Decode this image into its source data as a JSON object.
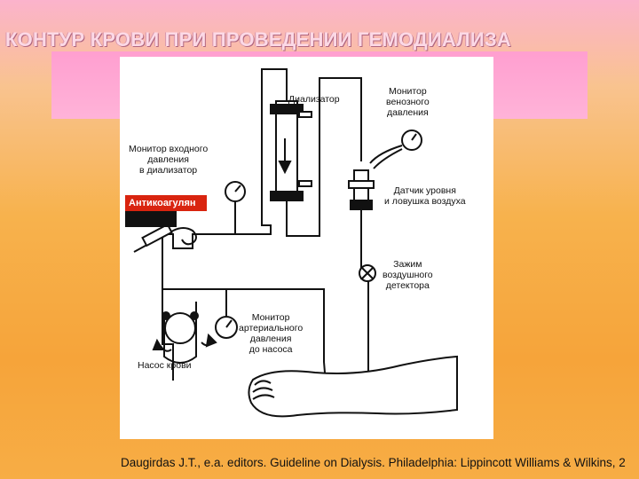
{
  "slide": {
    "title": "КОНТУР КРОВИ ПРИ ПРОВЕДЕНИИ ГЕМОДИАЛИЗА",
    "citation": "Daugirdas J.T., e.a. editors. Guideline on Dialysis. Philadelphia: Lippincott Williams & Wilkins, 2",
    "colors": {
      "background_top": "#fbb3cc",
      "background_bottom": "#f6a43a",
      "band": "#ffb3d8",
      "highlight": "#d9240f"
    }
  },
  "diagram": {
    "labels": {
      "dialyzer": "Диализатор",
      "venous_monitor": [
        "Монитор",
        "венозного",
        "давления"
      ],
      "inlet_monitor": [
        "Монитор входного",
        "давления",
        "в диализатор"
      ],
      "anticoagulant": "Антикоагулян",
      "level_sensor": [
        "Датчик уровня",
        "и ловушка воздуха"
      ],
      "clamp": [
        "Зажим",
        "воздушного",
        "детектора"
      ],
      "arterial_monitor": [
        "Монитор",
        "артериального",
        "давления",
        "до насоса"
      ],
      "blood_pump": "Насос крови"
    }
  }
}
